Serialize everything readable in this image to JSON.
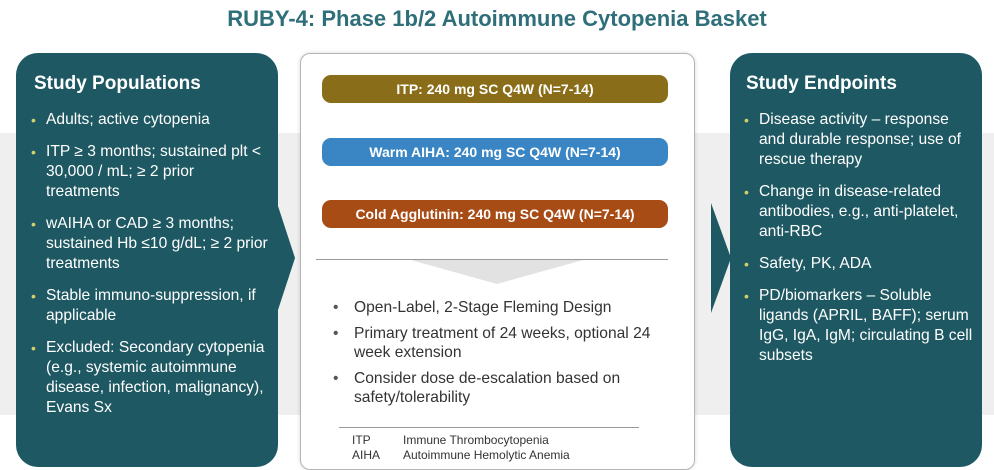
{
  "title": "RUBY-4: Phase 1b/2 Autoimmune Cytopenia Basket",
  "left_panel": {
    "heading": "Study Populations",
    "items": [
      "Adults; active cytopenia",
      "ITP ≥ 3 months; sustained plt < 30,000 / mL; ≥ 2 prior treatments",
      "wAIHA or CAD ≥ 3 months; sustained Hb ≤10 g/dL; ≥ 2 prior treatments",
      "Stable immuno-suppression, if applicable",
      "Excluded: Secondary cytopenia (e.g., systemic autoimmune disease, infection, malignancy), Evans Sx"
    ]
  },
  "center": {
    "arms": [
      "ITP: 240 mg SC Q4W (N=7-14)",
      "Warm AIHA: 240 mg SC Q4W (N=7-14)",
      "Cold Agglutinin: 240 mg SC Q4W (N=7-14)"
    ],
    "design_items": [
      "Open-Label, 2-Stage Fleming Design",
      "Primary treatment of 24 weeks, optional 24 week extension",
      "Consider dose de-escalation based on safety/tolerability"
    ],
    "abbreviations": [
      {
        "abbr": "ITP",
        "full": "Immune Thrombocytopenia"
      },
      {
        "abbr": "AIHA",
        "full": "Autoimmune Hemolytic Anemia"
      }
    ]
  },
  "right_panel": {
    "heading": "Study Endpoints",
    "items": [
      "Disease activity – response and durable response; use of rescue therapy",
      "Change in disease-related antibodies, e.g., anti-platelet, anti-RBC",
      "Safety, PK, ADA",
      "PD/biomarkers – Soluble ligands (APRIL, BAFF); serum IgG, IgA, IgM; circulating B cell subsets"
    ]
  },
  "colors": {
    "title": "#2e6f7a",
    "panel": "#1e5862",
    "bullet_accent": "#d6d06a",
    "arm_itp": "#8a6d18",
    "arm_waiha": "#3a86c4",
    "arm_cold": "#a84c16"
  }
}
